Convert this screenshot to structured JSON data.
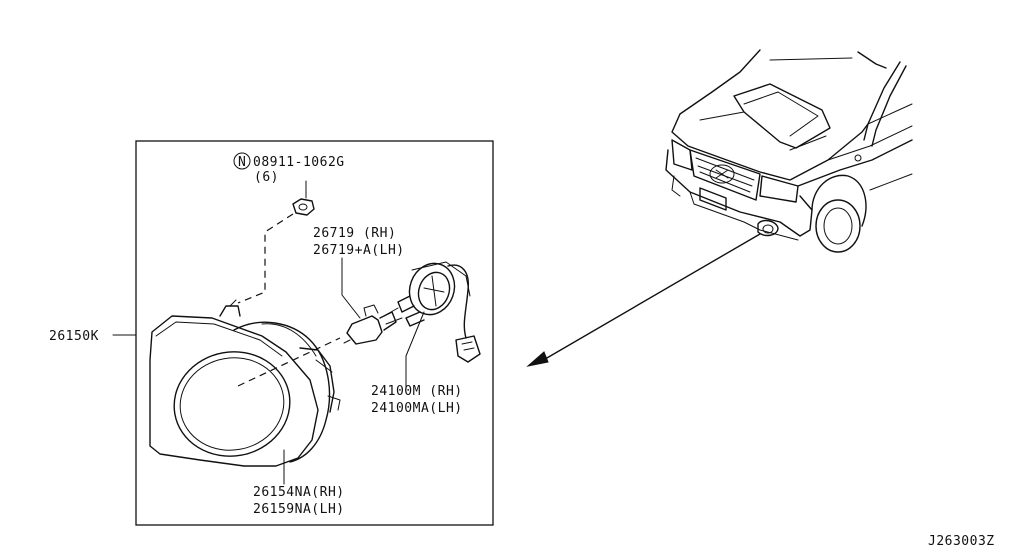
{
  "colors": {
    "line": "#111111",
    "background": "#ffffff"
  },
  "parts": {
    "screw": {
      "number": "08911-1062G",
      "qty": "(6)",
      "marker": "N"
    },
    "bulb": {
      "rh": "26719  (RH)",
      "lh": "26719+A(LH)"
    },
    "socket": {
      "rh": "24100M  (RH)",
      "lh": "24100MA(LH)"
    },
    "lamp_assembly": {
      "number": "26150K"
    },
    "lens": {
      "rh": "26154NA(RH)",
      "lh": "26159NA(LH)"
    }
  },
  "diagram_code": "J263003Z"
}
